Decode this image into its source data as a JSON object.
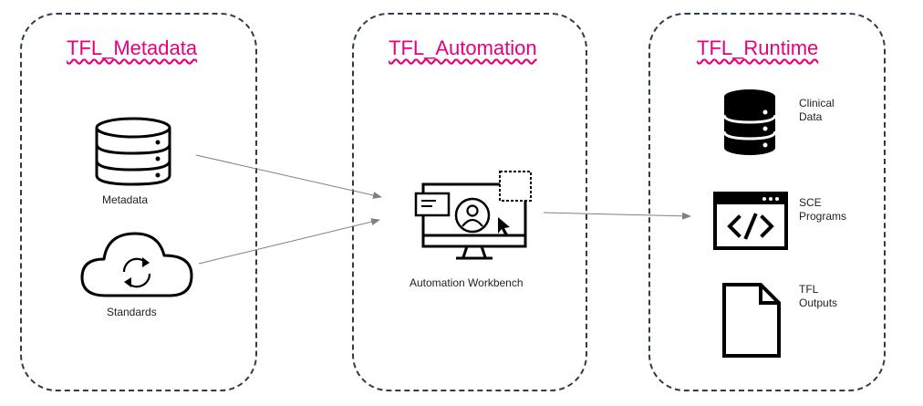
{
  "panels": {
    "metadata": {
      "title": "TFL_Metadata"
    },
    "automation": {
      "title": "TFL_Automation"
    },
    "runtime": {
      "title": "TFL_Runtime"
    }
  },
  "nodes": {
    "metadata": "Metadata",
    "standards": "Standards",
    "workbench": "Automation Workbench",
    "clinical_data": [
      "Clinical",
      "Data"
    ],
    "sce_programs": [
      "SCE",
      "Programs"
    ],
    "tfl_outputs": [
      "TFL",
      "Outputs"
    ]
  },
  "icons": {
    "metadata": "database-icon",
    "standards": "cloud-sync-icon",
    "workbench": "monitor-user-icon",
    "clinical_data": "database-icon",
    "sce_programs": "code-window-icon",
    "tfl_outputs": "document-icon"
  },
  "colors": {
    "title": "#e6007e",
    "border": "#2f3b4a",
    "arrow": "#808080"
  }
}
